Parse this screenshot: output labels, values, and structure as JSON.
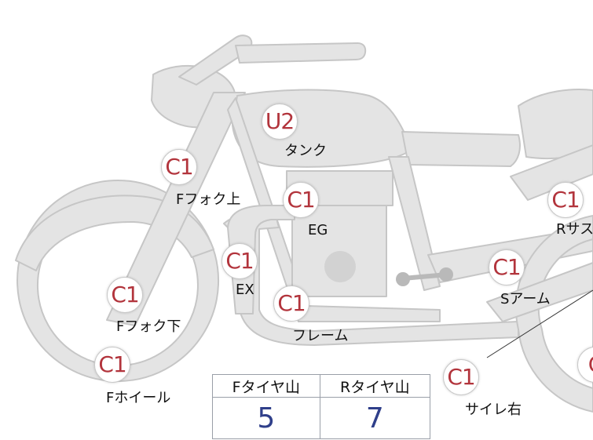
{
  "parts": [
    {
      "id": "tank",
      "rank": "U2",
      "label": "タンク"
    },
    {
      "id": "ffork-up",
      "rank": "C1",
      "label": "Fフォク上"
    },
    {
      "id": "eg",
      "rank": "C1",
      "label": "EG"
    },
    {
      "id": "ex",
      "rank": "C1",
      "label": "EX"
    },
    {
      "id": "ffork-low",
      "rank": "C1",
      "label": "Fフォク下"
    },
    {
      "id": "frame",
      "rank": "C1",
      "label": "フレーム"
    },
    {
      "id": "fwheel",
      "rank": "C1",
      "label": "Fホイール"
    },
    {
      "id": "rsus",
      "rank": "C1",
      "label": "Rサス"
    },
    {
      "id": "sarm",
      "rank": "C1",
      "label": "Sアーム"
    },
    {
      "id": "silencer",
      "rank": "C1",
      "label": "サイレ右"
    },
    {
      "id": "rwheel",
      "rank": "C",
      "label": ""
    }
  ],
  "tire_tread": {
    "headers": [
      "Fタイヤ山",
      "Rタイヤ山"
    ],
    "values": [
      "5",
      "7"
    ]
  },
  "colors": {
    "body_fill": "#e4e4e4",
    "body_stroke": "#c6c6c6",
    "rank_text": "#b2343c",
    "table_value": "#2f3f8a"
  }
}
